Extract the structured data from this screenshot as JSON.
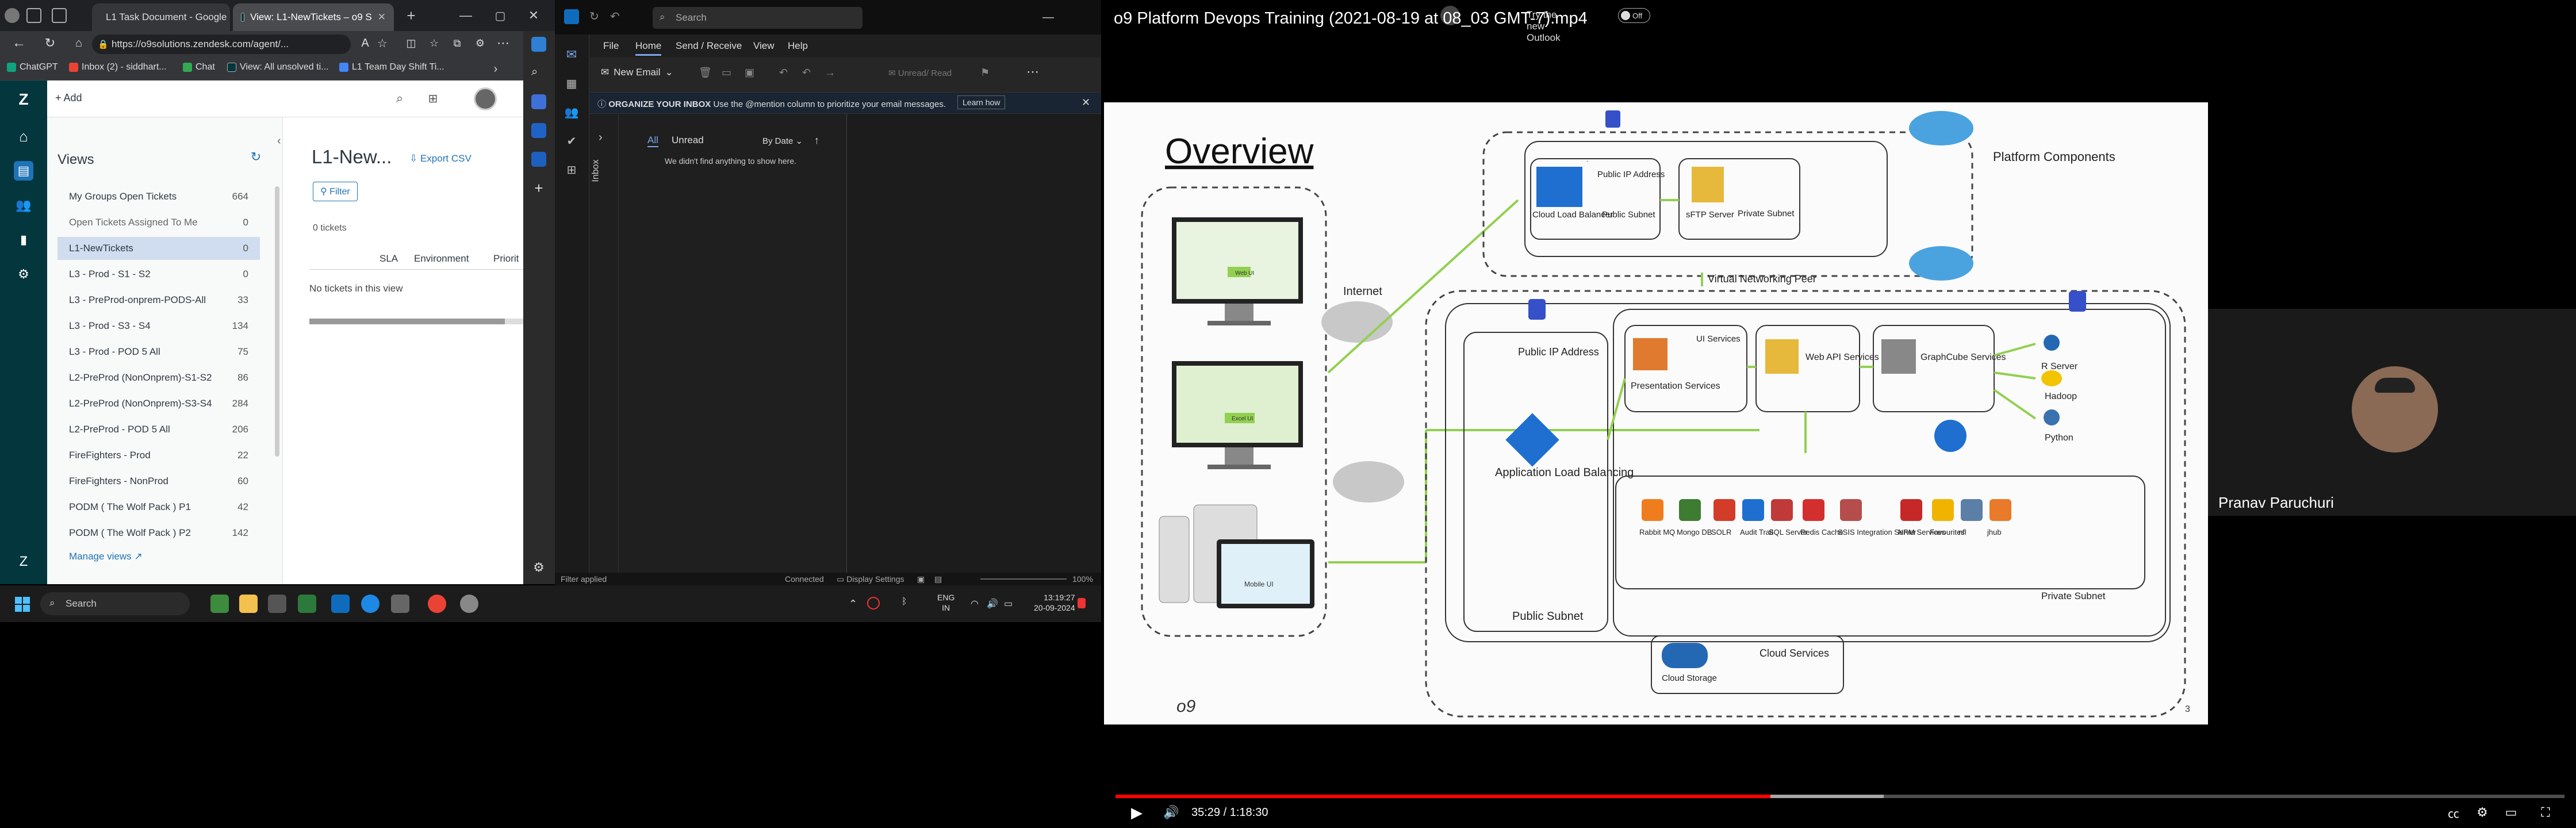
{
  "browser": {
    "tabs": [
      "L1 Task Document - Google",
      "View: L1-NewTickets – o9 S"
    ],
    "url": "https://o9solutions.zendesk.com/agent/...",
    "bookmarks": [
      "ChatGPT",
      "Inbox (2) - siddhart...",
      "Chat",
      "View: All unsolved ti...",
      "L1 Team Day Shift Ti..."
    ]
  },
  "zendesk": {
    "add_label": "+ Add",
    "views_title": "Views",
    "views": [
      {
        "name": "My Groups Open Tickets",
        "count": "664"
      },
      {
        "name": "Open Tickets Assigned To Me",
        "count": "0"
      },
      {
        "name": "L1-NewTickets",
        "count": "0"
      },
      {
        "name": "L3 - Prod - S1 - S2",
        "count": "0"
      },
      {
        "name": "L3 - PreProd-onprem-PODS-All",
        "count": "33"
      },
      {
        "name": "L3 - Prod - S3 - S4",
        "count": "134"
      },
      {
        "name": "L3 - Prod - POD 5 All",
        "count": "75"
      },
      {
        "name": "L2-PreProd (NonOnprem)-S1-S2",
        "count": "86"
      },
      {
        "name": "L2-PreProd (NonOnprem)-S3-S4",
        "count": "284"
      },
      {
        "name": "L2-PreProd - POD 5 All",
        "count": "206"
      },
      {
        "name": "FireFighters - Prod",
        "count": "22"
      },
      {
        "name": "FireFighters - NonProd",
        "count": "60"
      },
      {
        "name": "PODM ( The Wolf Pack ) P1",
        "count": "42"
      },
      {
        "name": "PODM ( The Wolf Pack ) P2",
        "count": "142"
      }
    ],
    "manage_views": "Manage views",
    "view_title": "L1-New...",
    "export_csv": "Export CSV",
    "filter_label": "Filter",
    "tickets_count": "0 tickets",
    "columns": [
      "SLA",
      "Environment",
      "Priorit"
    ],
    "empty_msg": "No tickets in this view"
  },
  "outlook": {
    "search_placeholder": "Search",
    "try_new": "Try the new Outlook",
    "toggle": "Off",
    "menu": [
      "File",
      "Home",
      "Send / Receive",
      "View",
      "Help"
    ],
    "new_email": "New Email",
    "unread_read": "Unread/ Read",
    "banner_title": "ORGANIZE YOUR INBOX",
    "banner_text": "Use the @mention column to prioritize your email messages.",
    "learn_how": "Learn how",
    "folder_label": "Inbox",
    "filters": [
      "All",
      "Unread"
    ],
    "sort": "By Date",
    "empty": "We didn't find anything to show here.",
    "status_left": "Filter applied",
    "status_connected": "Connected",
    "display_settings": "Display Settings",
    "zoom": "100%"
  },
  "taskbar": {
    "search": "Search",
    "lang": "ENG",
    "lang2": "IN",
    "time": "13:19:27",
    "date": "20-09-2024"
  },
  "video": {
    "title": "o9 Platform Devops Training (2021-08-19 at 08_03 GMT-7).mp4",
    "time": "35:29 / 1:18:30",
    "progress": 0.452,
    "buffered": 0.53,
    "participant": "Pranav Paruchuri",
    "colors": {
      "progress": "#ff0000",
      "slide_green": "#92d050",
      "zd_nav": "#03363d"
    }
  },
  "slide": {
    "title": "Overview",
    "platform_components": "Platform Components",
    "internet": "Internet",
    "vnet": "Virtual Networking Peer",
    "public_ip": "Public IP Address",
    "public_ip2": "Public IP Address",
    "public_subnet_top": "Public Subnet",
    "cloud_lb": "Cloud Load Balancer",
    "sftp": "sFTP Server",
    "private_subnet_top": "Private Subnet",
    "app_lb": "Application Load Balancing",
    "public_subnet": "Public Subnet",
    "presentation": "Presentation Services",
    "ui": "UI Services",
    "webapi": "Web API Services",
    "graphcube": "GraphCube Services",
    "r_server": "R Server",
    "hadoop": "Hadoop",
    "python": "Python",
    "webui": "Web UI",
    "excelui": "Excel UI",
    "mobileui": "Mobile UI",
    "services": [
      "Rabbit MQ",
      "Mongo DB",
      "SOLR",
      "Audit Trail",
      "SQL Server",
      "Redis Cache",
      "SSIS Integration Server",
      "NPM Services",
      "Favourites",
      "nfl",
      "jhub"
    ],
    "private_subnet": "Private Subnet",
    "cloud_storage": "Cloud Storage",
    "cloud_services": "Cloud Services",
    "logo": "o9",
    "page": "3"
  }
}
